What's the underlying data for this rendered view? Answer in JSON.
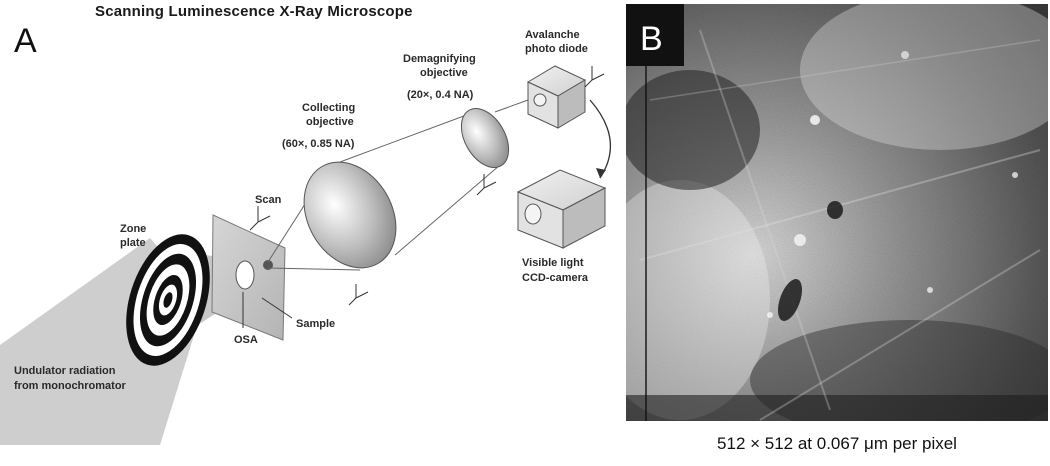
{
  "panel_a": {
    "letter": "A",
    "title": "Scanning Luminescence X-Ray Microscope",
    "labels": {
      "zone_plate_1": "Zone",
      "zone_plate_2": "plate",
      "scan": "Scan",
      "osa": "OSA",
      "sample": "Sample",
      "collecting_1": "Collecting",
      "collecting_2": "objective",
      "collecting_3": "(60×, 0.85 NA)",
      "demag_1": "Demagnifying",
      "demag_2": "objective",
      "demag_3": "(20×, 0.4 NA)",
      "apd_1": "Avalanche",
      "apd_2": "photo diode",
      "ccd_1": "Visible light",
      "ccd_2": "CCD-camera",
      "undulator_1": "Undulator radiation",
      "undulator_2": "from monochromator"
    }
  },
  "panel_b": {
    "letter": "B",
    "caption": "512 × 512 at 0.067 μm per pixel"
  },
  "colors": {
    "beam_gray": "#c8c8c8",
    "micrograph_dark": "#3a3a3a"
  }
}
